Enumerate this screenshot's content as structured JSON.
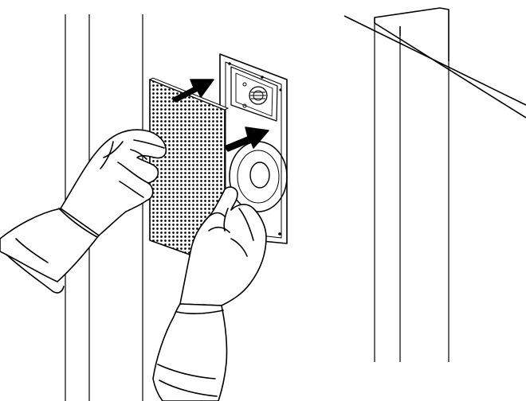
{
  "figure": {
    "style": "black line-art installation illustration",
    "ink_color": "#000000",
    "background_color": "#ffffff",
    "grille_dot_color": "#000000",
    "icons": {
      "wall_lines": "wall-stud-lines",
      "ceiling_beam": "ceiling-beam",
      "grille": "perforated-grille",
      "speaker": "in-wall-speaker",
      "arrows": "arrow-right-icon",
      "hands": "hand"
    }
  }
}
